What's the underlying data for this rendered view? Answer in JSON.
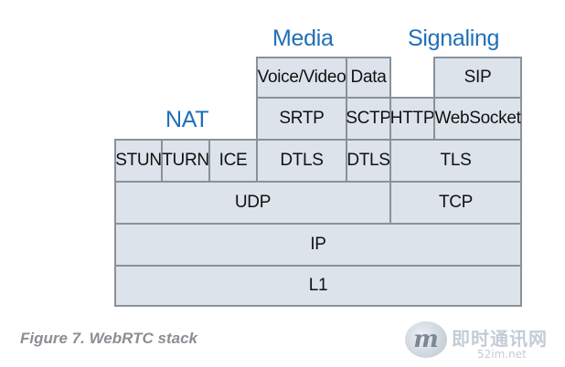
{
  "groups": {
    "media": "Media",
    "signaling": "Signaling",
    "nat": "NAT"
  },
  "layers": {
    "voice_video": "Voice/Video",
    "data": "Data",
    "sip": "SIP",
    "srtp": "SRTP",
    "sctp": "SCTP",
    "http": "HTTP",
    "websocket": "WebSocket",
    "stun": "STUN",
    "turn": "TURN",
    "ice": "ICE",
    "dtls_media": "DTLS",
    "dtls_data": "DTLS",
    "tls": "TLS",
    "udp": "UDP",
    "tcp": "TCP",
    "ip": "IP",
    "l1": "L1"
  },
  "caption": "Figure 7. WebRTC stack",
  "watermark": {
    "logo_letter": "m",
    "site_name": "即时通讯网",
    "site_url": "52im.net"
  },
  "colors": {
    "cell_fill": "#dce3ea",
    "cell_border": "#8a9199",
    "group_label": "#1f6fb8",
    "caption": "#8b8f94"
  }
}
